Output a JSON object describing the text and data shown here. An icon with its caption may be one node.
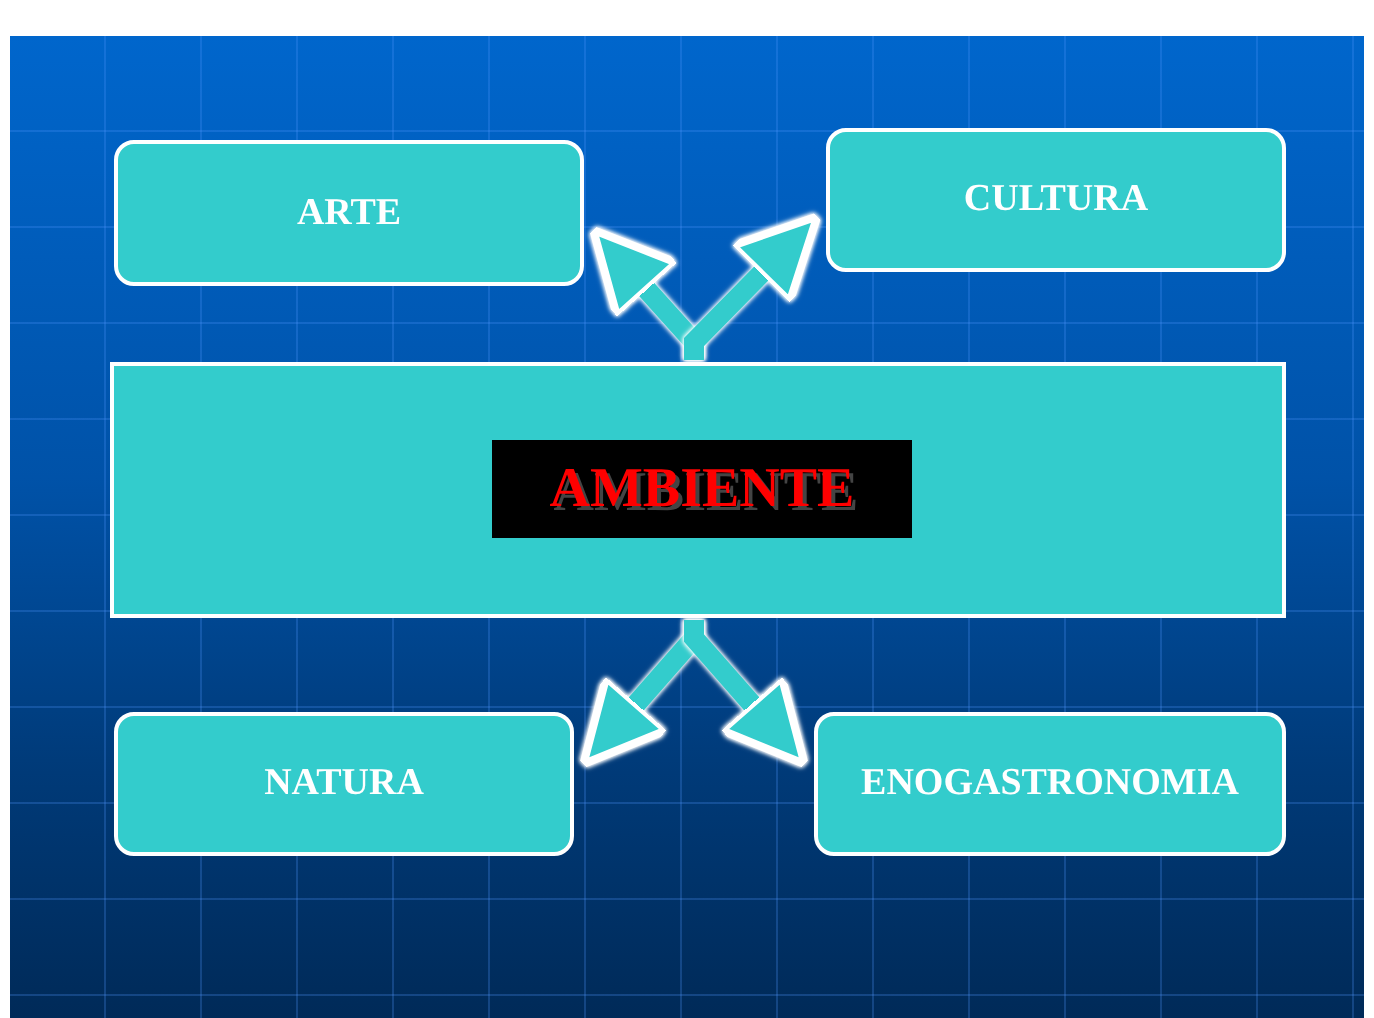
{
  "diagram": {
    "nodes": [
      {
        "text": [
          "ARTE"
        ]
      },
      {
        "text": [
          "CULTURA"
        ]
      },
      {
        "text": [],
        "shape": "box"
      },
      {
        "text": [
          "AMBIENTE"
        ],
        "in": 2
      },
      {
        "text": [
          "NATURA"
        ]
      },
      {
        "text": [
          "ENOGASTRONOMIA"
        ]
      }
    ],
    "edges": [
      {
        "from": 2,
        "to": 0,
        "arrow": "to"
      },
      {
        "from": 2,
        "to": 1,
        "arrow": "to"
      },
      {
        "from": 2,
        "to": 4,
        "arrow": "to"
      },
      {
        "from": 2,
        "to": 5,
        "arrow": "to"
      }
    ]
  }
}
